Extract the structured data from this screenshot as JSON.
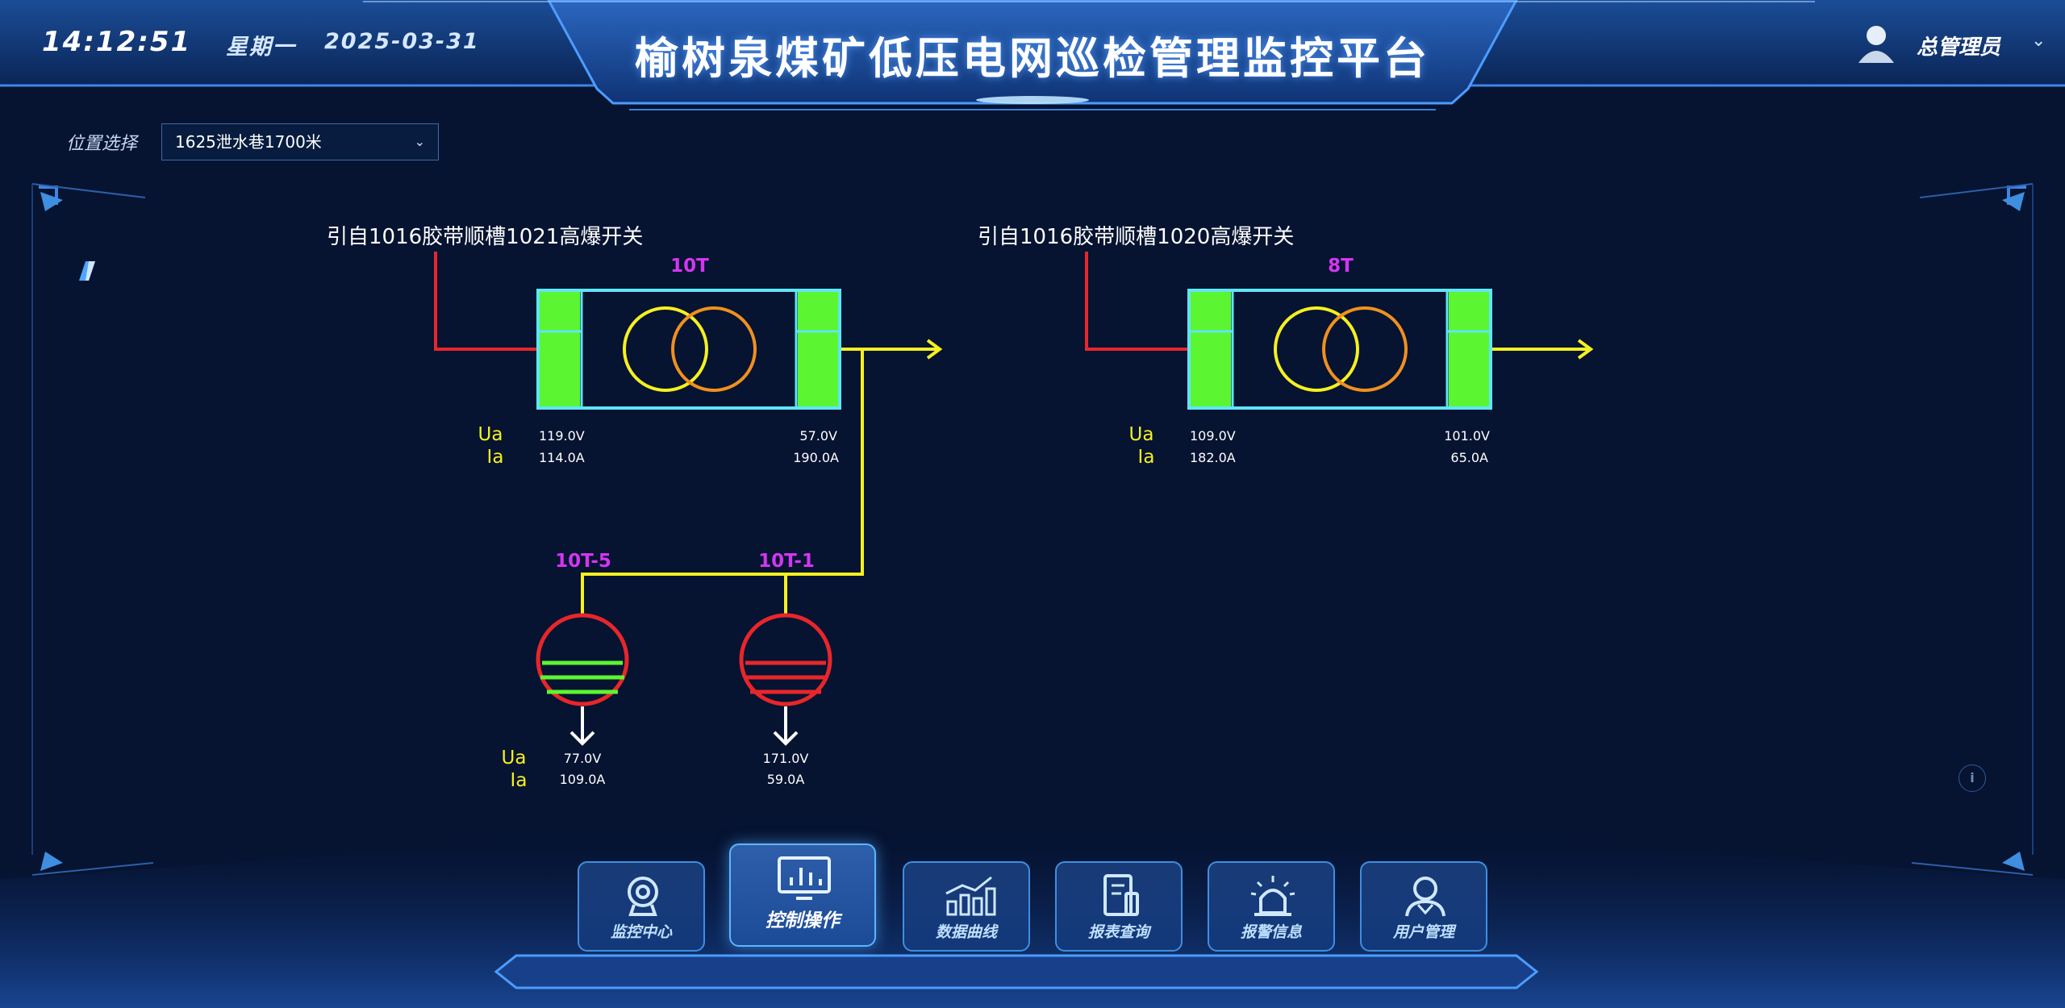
{
  "header": {
    "time": "14:12:51",
    "weekday": "星期一",
    "date": "2025-03-31",
    "title": "榆树泉煤矿低压电网巡检管理监控平台",
    "user": "总管理员"
  },
  "location": {
    "label": "位置选择",
    "selected": "1625泄水巷1700米"
  },
  "diagram": {
    "left": {
      "source": "引自1016胶带顺槽1021高爆开关",
      "name": "10T",
      "in_v": "119.0V",
      "in_a": "114.0A",
      "out_v": "57.0V",
      "out_a": "190.0A"
    },
    "right": {
      "source": "引自1016胶带顺槽1020高爆开关",
      "name": "8T",
      "in_v": "109.0V",
      "in_a": "182.0A",
      "out_v": "101.0V",
      "out_a": "65.0A"
    },
    "branch_a": {
      "name": "10T-5",
      "v": "77.0V",
      "a": "109.0A"
    },
    "branch_b": {
      "name": "10T-1",
      "v": "171.0V",
      "a": "59.0A"
    },
    "ua": "Ua",
    "ia": "Ia"
  },
  "nav": [
    {
      "label": "监控中心",
      "icon": "webcam-icon"
    },
    {
      "label": "控制操作",
      "icon": "monitor-chart-icon"
    },
    {
      "label": "数据曲线",
      "icon": "bar-chart-icon"
    },
    {
      "label": "报表查询",
      "icon": "report-icon"
    },
    {
      "label": "报警信息",
      "icon": "alarm-icon"
    },
    {
      "label": "用户管理",
      "icon": "user-icon"
    }
  ],
  "colors": {
    "background": "#061331",
    "accent": "#3f8ee0",
    "transformer_fill": "#5cf531",
    "transformer_border": "#5ee6f5",
    "feed_line": "#e8262a",
    "load_line": "#f5f020",
    "label_magenta": "#d336f0",
    "label_yellow": "#f5f020"
  }
}
